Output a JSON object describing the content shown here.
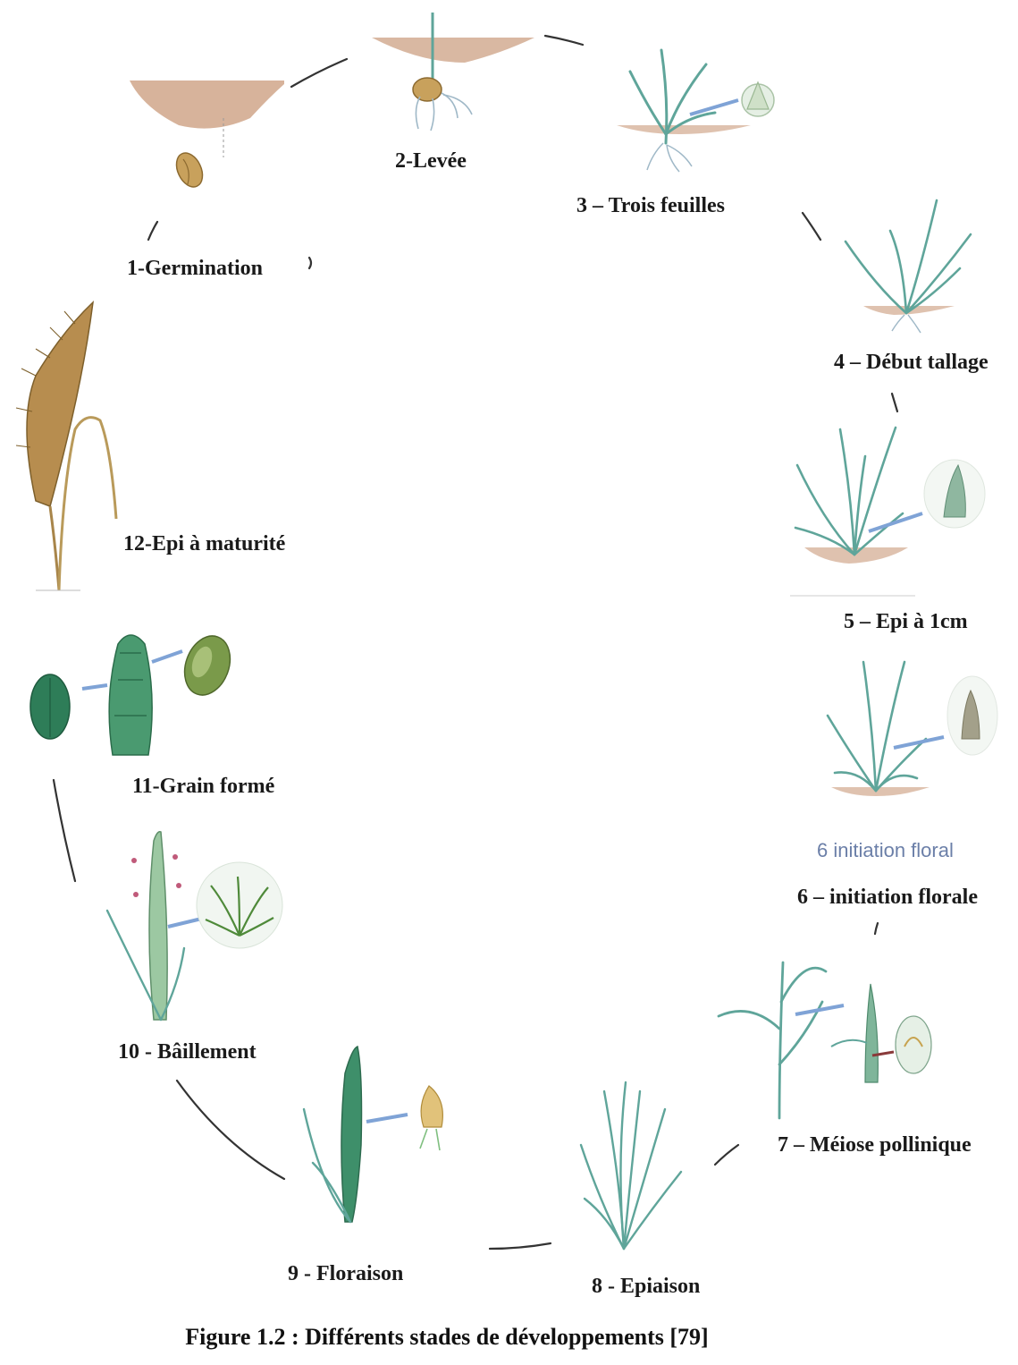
{
  "stages": [
    {
      "label": "1-Germination"
    },
    {
      "label": "2-Levée"
    },
    {
      "label": "3 – Trois feuilles"
    },
    {
      "label": "4 – Début tallage"
    },
    {
      "label": "5 – Epi à 1cm"
    },
    {
      "label": "6 – initiation florale"
    },
    {
      "label": "7 – Méiose pollinique"
    },
    {
      "label": "8 - Epiaison"
    },
    {
      "label": "9 - Floraison"
    },
    {
      "label": "10 - Bâillement"
    },
    {
      "label": "11-Grain formé"
    },
    {
      "label": "12-Epi à maturité"
    }
  ],
  "inner_caption": "6 initiation floral",
  "figure_caption": "Figure 1.2 : Différents stades de développements [79]",
  "colors": {
    "leaf": "#5fa59a",
    "leaf_dark": "#3f8a7e",
    "soil": "#c99a7a",
    "grain": "#c8a15c",
    "ripe_ear": "#b78d4f",
    "green_ear": "#3e8f6a",
    "arrow": "#7fa3d6",
    "cycle_line": "#333333"
  },
  "icons": [
    "seed-icon",
    "seedling-icon",
    "tiller-icon",
    "ear-icon",
    "grain-icon",
    "anther-icon",
    "spikelet-icon"
  ]
}
